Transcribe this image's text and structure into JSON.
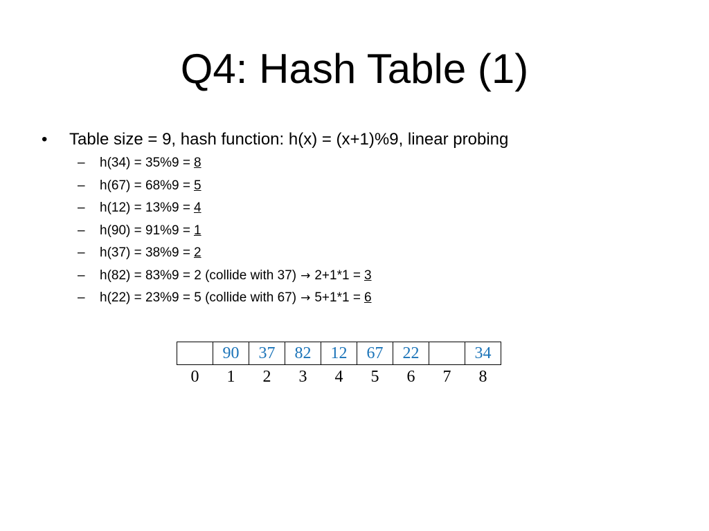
{
  "slide": {
    "title": "Q4: Hash Table (1)",
    "bullet": {
      "marker": "•",
      "text": "Table size = 9, hash function: h(x) = (x+1)%9, linear probing"
    },
    "sub_items": [
      {
        "dash": "–",
        "text": "h(34) = 35%9 =",
        "arrow_text": "",
        "result": "8"
      },
      {
        "dash": "–",
        "text": "h(67) = 68%9 =",
        "arrow_text": "",
        "result": "5"
      },
      {
        "dash": "–",
        "text": "h(12) = 13%9 =",
        "arrow_text": "",
        "result": "4"
      },
      {
        "dash": "–",
        "text": "h(90) = 91%9 =",
        "arrow_text": "",
        "result": "1"
      },
      {
        "dash": "–",
        "text": "h(37) = 38%9 =",
        "arrow_text": "",
        "result": "2"
      },
      {
        "dash": "–",
        "text": "h(82) = 83%9 = 2 (collide with 37)",
        "arrow": "→",
        "arrow_text": "2+1*1 =",
        "result": "3"
      },
      {
        "dash": "–",
        "text": "h(22) = 23%9 = 5 (collide with 67)",
        "arrow": "→",
        "arrow_text": "5+1*1 =",
        "result": "6"
      }
    ]
  },
  "hash_table": {
    "slots": [
      "",
      "90",
      "37",
      "82",
      "12",
      "67",
      "22",
      "",
      "34"
    ],
    "indices": [
      "0",
      "1",
      "2",
      "3",
      "4",
      "5",
      "6",
      "7",
      "8"
    ],
    "value_color": "#1a73b8"
  }
}
